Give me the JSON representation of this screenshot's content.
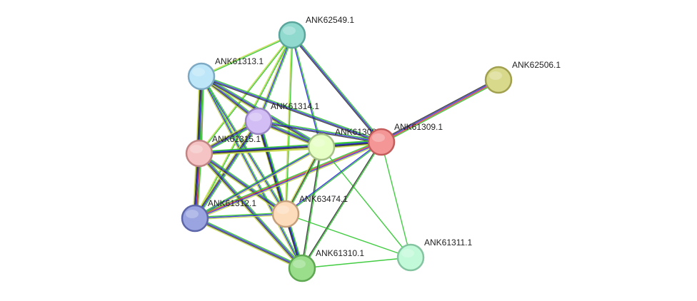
{
  "nodes": [
    {
      "id": "ANK62549.1",
      "label": "ANK62549.1",
      "fill": "#8fd9cf",
      "stroke": "#5aa59c"
    },
    {
      "id": "ANK62506.1",
      "label": "ANK62506.1",
      "fill": "#d9d98c",
      "stroke": "#a0a04f"
    },
    {
      "id": "ANK61313.1",
      "label": "ANK61313.1",
      "fill": "#bde6f9",
      "stroke": "#7ea9c4"
    },
    {
      "id": "ANK61314.1",
      "label": "ANK61314.1",
      "fill": "#d2bef5",
      "stroke": "#9b86c4"
    },
    {
      "id": "ANK61308.1",
      "label": "ANK61308.1",
      "fill": "#e6ffc4",
      "stroke": "#a6c286"
    },
    {
      "id": "ANK61309.1",
      "label": "ANK61309.1",
      "fill": "#f59696",
      "stroke": "#c45c5c"
    },
    {
      "id": "ANK61315.1",
      "label": "ANK61315.1",
      "fill": "#f5c3c3",
      "stroke": "#c08484"
    },
    {
      "id": "ANK61312.1",
      "label": "ANK61312.1",
      "fill": "#9aa4e0",
      "stroke": "#5c66a8"
    },
    {
      "id": "ANK63474.1",
      "label": "ANK63474.1",
      "fill": "#fddcbc",
      "stroke": "#c6a07c"
    },
    {
      "id": "ANK61310.1",
      "label": "ANK61310.1",
      "fill": "#9ade8c",
      "stroke": "#5fa852"
    },
    {
      "id": "ANK61311.1",
      "label": "ANK61311.1",
      "fill": "#c1f9d9",
      "stroke": "#84c4a0"
    }
  ],
  "edges": [
    {
      "source": "ANK62549.1",
      "target": "ANK61313.1",
      "colors": [
        "#2ec72e",
        "#c8d94a"
      ]
    },
    {
      "source": "ANK62549.1",
      "target": "ANK61314.1",
      "colors": [
        "#2ec72e",
        "#2b2bd6",
        "#c8d94a"
      ]
    },
    {
      "source": "ANK62549.1",
      "target": "ANK61315.1",
      "colors": [
        "#2ec72e",
        "#c8d94a"
      ]
    },
    {
      "source": "ANK62549.1",
      "target": "ANK61312.1",
      "colors": [
        "#2ec72e",
        "#c8d94a"
      ]
    },
    {
      "source": "ANK62549.1",
      "target": "ANK61308.1",
      "colors": [
        "#2ec72e",
        "#2b2bd6"
      ]
    },
    {
      "source": "ANK62549.1",
      "target": "ANK61309.1",
      "colors": [
        "#2ec72e",
        "#2b2bd6",
        "#333333"
      ]
    },
    {
      "source": "ANK62549.1",
      "target": "ANK63474.1",
      "colors": [
        "#2ec72e",
        "#c8d94a"
      ]
    },
    {
      "source": "ANK62506.1",
      "target": "ANK61309.1",
      "colors": [
        "#2ec72e",
        "#d93030",
        "#2b2bd6",
        "#333333"
      ]
    },
    {
      "source": "ANK61313.1",
      "target": "ANK61314.1",
      "colors": [
        "#2ec72e",
        "#2b2bd6",
        "#333333",
        "#c8d94a"
      ]
    },
    {
      "source": "ANK61313.1",
      "target": "ANK61315.1",
      "colors": [
        "#2ec72e",
        "#d93030",
        "#2b2bd6",
        "#333333",
        "#c8d94a"
      ]
    },
    {
      "source": "ANK61313.1",
      "target": "ANK61312.1",
      "colors": [
        "#2ec72e",
        "#2b2bd6",
        "#333333",
        "#c8d94a"
      ]
    },
    {
      "source": "ANK61313.1",
      "target": "ANK61308.1",
      "colors": [
        "#2ec72e",
        "#2b2bd6",
        "#333333",
        "#c8d94a"
      ]
    },
    {
      "source": "ANK61313.1",
      "target": "ANK61309.1",
      "colors": [
        "#2ec72e",
        "#2b2bd6",
        "#333333"
      ]
    },
    {
      "source": "ANK61313.1",
      "target": "ANK63474.1",
      "colors": [
        "#2ec72e",
        "#2b2bd6",
        "#c8d94a"
      ]
    },
    {
      "source": "ANK61313.1",
      "target": "ANK61310.1",
      "colors": [
        "#2ec72e",
        "#2b2bd6",
        "#c8d94a"
      ]
    },
    {
      "source": "ANK61314.1",
      "target": "ANK61315.1",
      "colors": [
        "#2ec72e",
        "#2b2bd6",
        "#333333",
        "#c8d94a"
      ]
    },
    {
      "source": "ANK61314.1",
      "target": "ANK61312.1",
      "colors": [
        "#2ec72e",
        "#2b2bd6",
        "#333333",
        "#c8d94a"
      ]
    },
    {
      "source": "ANK61314.1",
      "target": "ANK61308.1",
      "colors": [
        "#2ec72e",
        "#2b2bd6",
        "#333333",
        "#c8d94a"
      ]
    },
    {
      "source": "ANK61314.1",
      "target": "ANK61309.1",
      "colors": [
        "#2ec72e",
        "#2b2bd6",
        "#333333"
      ]
    },
    {
      "source": "ANK61314.1",
      "target": "ANK63474.1",
      "colors": [
        "#2ec72e",
        "#2b2bd6",
        "#333333",
        "#c8d94a"
      ]
    },
    {
      "source": "ANK61314.1",
      "target": "ANK61310.1",
      "colors": [
        "#2ec72e",
        "#2b2bd6",
        "#333333"
      ]
    },
    {
      "source": "ANK61315.1",
      "target": "ANK61312.1",
      "colors": [
        "#2ec72e",
        "#d93030",
        "#2b2bd6",
        "#333333",
        "#c8d94a"
      ]
    },
    {
      "source": "ANK61315.1",
      "target": "ANK61308.1",
      "colors": [
        "#2ec72e",
        "#2b2bd6",
        "#333333",
        "#c8d94a"
      ]
    },
    {
      "source": "ANK61315.1",
      "target": "ANK61309.1",
      "colors": [
        "#2ec72e",
        "#2b2bd6",
        "#333333",
        "#c8d94a"
      ]
    },
    {
      "source": "ANK61315.1",
      "target": "ANK63474.1",
      "colors": [
        "#2ec72e",
        "#2b2bd6",
        "#333333",
        "#c8d94a"
      ]
    },
    {
      "source": "ANK61315.1",
      "target": "ANK61310.1",
      "colors": [
        "#2ec72e",
        "#2b2bd6",
        "#333333",
        "#c8d94a"
      ]
    },
    {
      "source": "ANK61312.1",
      "target": "ANK61308.1",
      "colors": [
        "#2ec72e",
        "#2b2bd6",
        "#c8d94a"
      ]
    },
    {
      "source": "ANK61312.1",
      "target": "ANK61309.1",
      "colors": [
        "#2ec72e",
        "#d93030",
        "#2b2bd6",
        "#c8d94a"
      ]
    },
    {
      "source": "ANK61312.1",
      "target": "ANK63474.1",
      "colors": [
        "#2ec72e",
        "#2b2bd6",
        "#c8d94a"
      ]
    },
    {
      "source": "ANK61312.1",
      "target": "ANK61310.1",
      "colors": [
        "#2ec72e",
        "#2b2bd6",
        "#333333",
        "#c8d94a"
      ]
    },
    {
      "source": "ANK61308.1",
      "target": "ANK61309.1",
      "colors": [
        "#2ec72e",
        "#2b2bd6",
        "#333333",
        "#c8d94a"
      ]
    },
    {
      "source": "ANK61308.1",
      "target": "ANK63474.1",
      "colors": [
        "#2ec72e",
        "#333333",
        "#c8d94a"
      ]
    },
    {
      "source": "ANK61308.1",
      "target": "ANK61310.1",
      "colors": [
        "#2ec72e",
        "#333333"
      ]
    },
    {
      "source": "ANK61308.1",
      "target": "ANK61311.1",
      "colors": [
        "#2ec72e"
      ]
    },
    {
      "source": "ANK61309.1",
      "target": "ANK63474.1",
      "colors": [
        "#2ec72e",
        "#2b2bd6"
      ]
    },
    {
      "source": "ANK61309.1",
      "target": "ANK61310.1",
      "colors": [
        "#2ec72e",
        "#333333"
      ]
    },
    {
      "source": "ANK61309.1",
      "target": "ANK61311.1",
      "colors": [
        "#2ec72e"
      ]
    },
    {
      "source": "ANK63474.1",
      "target": "ANK61310.1",
      "colors": [
        "#2ec72e",
        "#2b2bd6",
        "#333333"
      ]
    },
    {
      "source": "ANK63474.1",
      "target": "ANK61311.1",
      "colors": [
        "#2ec72e"
      ]
    },
    {
      "source": "ANK61310.1",
      "target": "ANK61311.1",
      "colors": [
        "#2ec72e"
      ]
    }
  ]
}
